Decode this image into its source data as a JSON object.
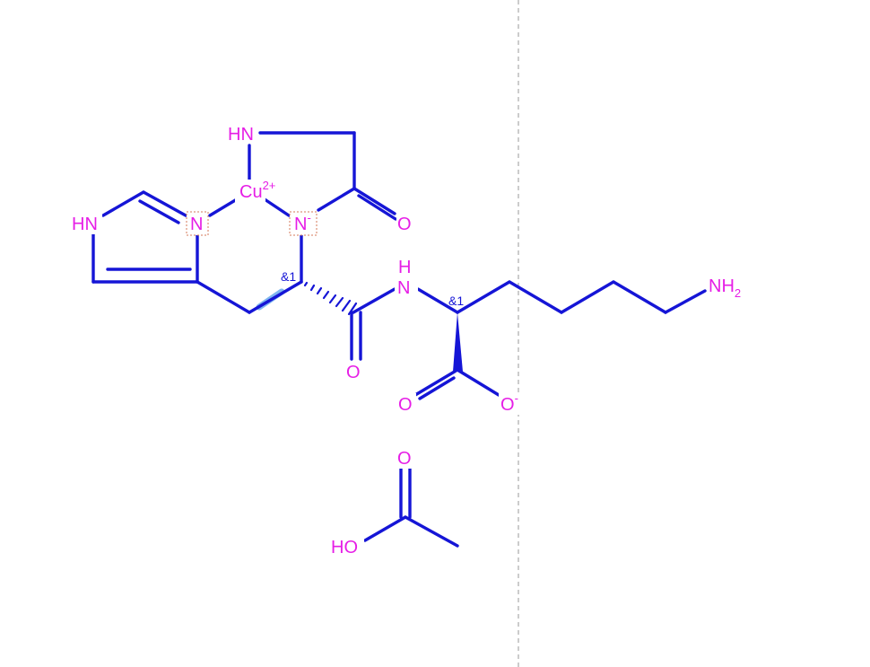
{
  "labels": {
    "cu": "Cu",
    "cu_charge": "2+",
    "hn_gly": "HN",
    "n_imid": "N",
    "hn_imid": "HN",
    "n_amide": "N",
    "n_amide_charge": "-",
    "o_gly": "O",
    "nh_peptide_h": "H",
    "nh_peptide_n": "N",
    "o_amide": "O",
    "stereo_his": "&1",
    "stereo_lys": "&1",
    "nh2": "NH",
    "nh2_sub": "2",
    "o_carb": "O",
    "o_minus": "O",
    "o_minus_charge": "-",
    "o_acetic": "O",
    "ho_acetic": "HO"
  },
  "colors": {
    "bond": "#1515d6",
    "atom": "#e61ee6",
    "highlight_box": "#d47a5a",
    "selection": "#7fb6f0",
    "divider": "#9a9a9a"
  }
}
